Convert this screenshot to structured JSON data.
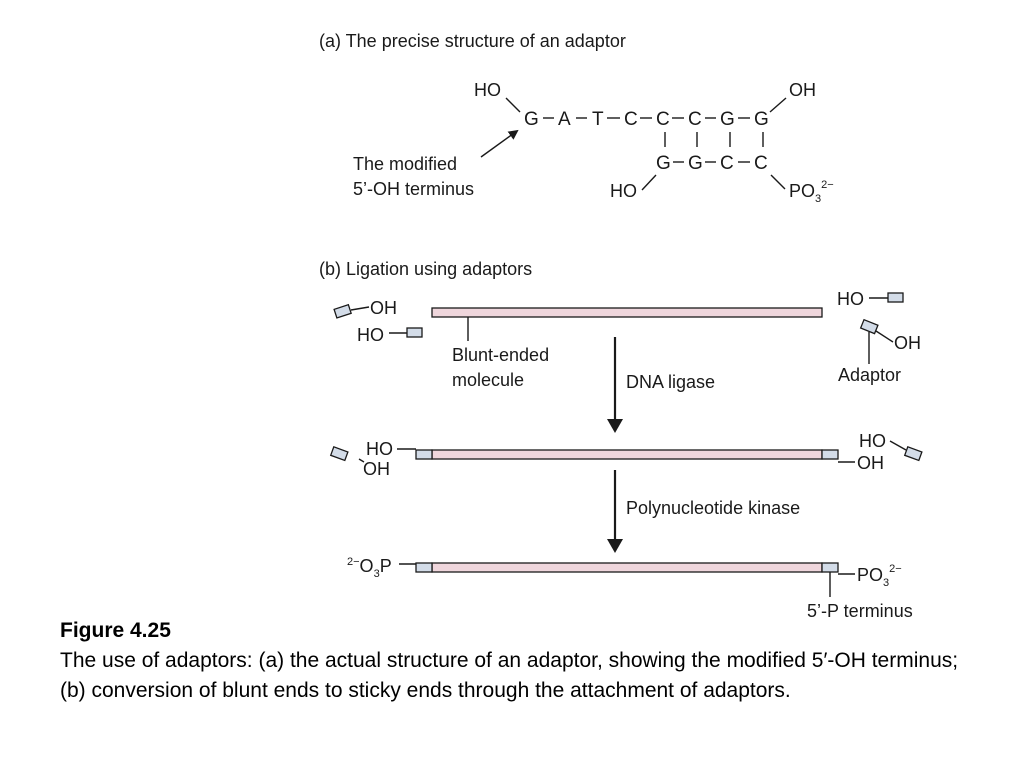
{
  "panel_a": {
    "title": "(a) The precise structure of an adaptor",
    "top_strand": [
      "G",
      "A",
      "T",
      "C",
      "C",
      "C",
      "G",
      "G"
    ],
    "bottom_strand": [
      "G",
      "G",
      "C",
      "C"
    ],
    "ho_top_left": "HO",
    "oh_top_right": "OH",
    "ho_bottom_left": "HO",
    "phosphate": "PO",
    "phosphate_sub": "3",
    "phosphate_charge": "2−",
    "annotation_line1": "The modified",
    "annotation_line2": "5’-OH terminus"
  },
  "panel_b": {
    "title": "(b) Ligation using adaptors",
    "oh": "OH",
    "ho": "HO",
    "blunt_line1": "Blunt-ended",
    "blunt_line2": "molecule",
    "adaptor_label": "Adaptor",
    "step1": "DNA ligase",
    "step2": "Polynucleotide kinase",
    "phosphate_left_charge": "2−",
    "phosphate_left_o": "O",
    "phosphate_left_sub": "3",
    "phosphate_left_p": "P",
    "phosphate_right": "PO",
    "phosphate_right_sub": "3",
    "phosphate_right_charge": "2−",
    "terminus_label": "5’-P terminus"
  },
  "caption": {
    "title": "Figure 4.25",
    "text": "The use of adaptors: (a) the actual structure of an adaptor, showing the modified 5′-OH terminus; (b) conversion of blunt ends to sticky ends through the attachment of adaptors."
  },
  "colors": {
    "molecule_fill": "#efd6dc",
    "adaptor_fill": "#d3dce8",
    "ink": "#1a1a1a"
  }
}
